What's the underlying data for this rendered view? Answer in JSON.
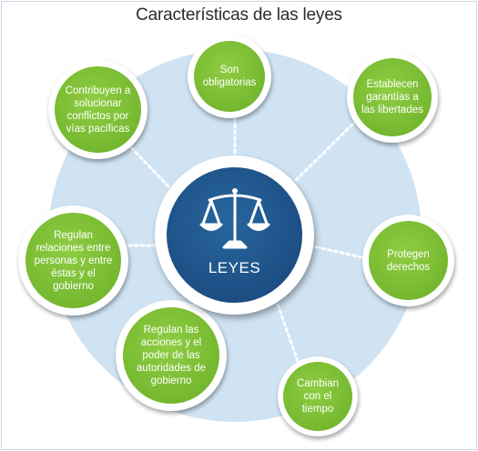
{
  "title": "Características de las leyes",
  "center": {
    "label": "LEYES",
    "icon": "scales-of-justice-icon"
  },
  "characteristics": [
    "Son obligatorias",
    "Establecen garantías a las libertades",
    "Protegen derechos",
    "Cambian con el tiempo",
    "Regulan las acciones y el poder de las autoridades de gobierno",
    "Regulan relaciones entre personas y entre éstas y el gobierno",
    "Contribuyen a solucionar conflictos por vías pacíficas"
  ],
  "colors": {
    "node_green": "#75b82f",
    "center_blue": "#1c4d82",
    "background_circle": "#cfe3f3",
    "title_text": "#2c2c2c"
  }
}
